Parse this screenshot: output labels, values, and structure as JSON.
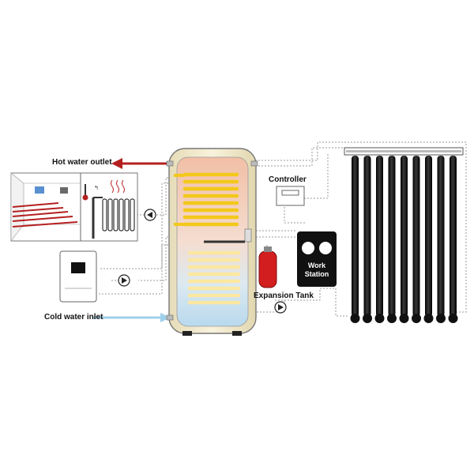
{
  "labels": {
    "hot_water_outlet": "Hot water outlet",
    "cold_water_inlet": "Cold water inlet",
    "controller": "Controller",
    "expansion_tank": "Expansion Tank",
    "work_station_line1": "Work",
    "work_station_line2": "Station"
  },
  "colors": {
    "hot_pipe": "#b52020",
    "cold_pipe": "#9fd0ea",
    "tank_shell": "#f3ecd2",
    "coil": "#f3c81a",
    "expansion_tank": "#d21e1e",
    "work_station": "#111111",
    "collector_tube": "#111111"
  },
  "icons": [
    "pump-icon",
    "thermometer-icon",
    "radiator-icon",
    "boiler-icon",
    "heat-wave-icon"
  ]
}
